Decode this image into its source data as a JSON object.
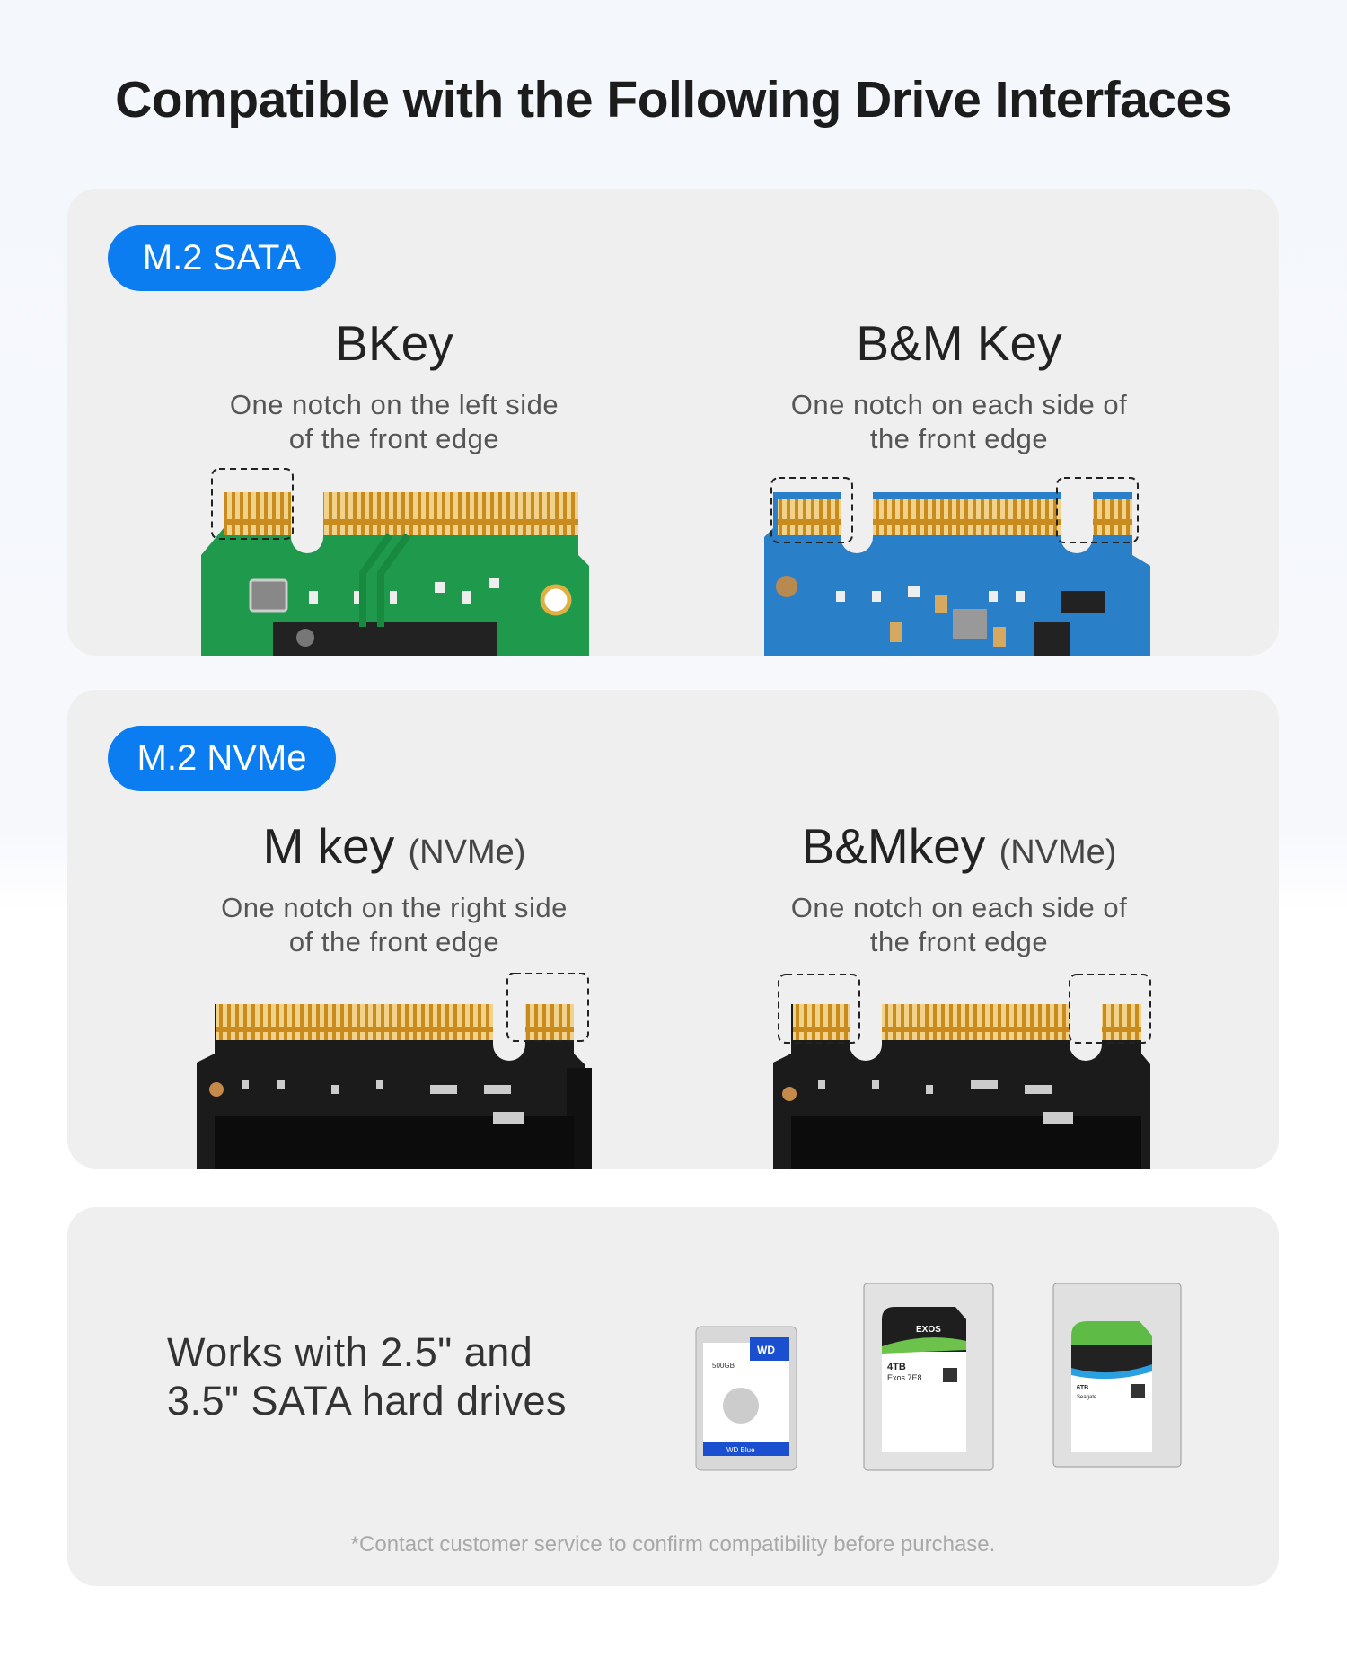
{
  "title": "Compatible with the Following Drive Interfaces",
  "sections": [
    {
      "badge": "M.2 SATA",
      "items": [
        {
          "heading": "BKey",
          "suffix": "",
          "desc1": "One notch on the left side",
          "desc2": "of the front edge"
        },
        {
          "heading": "B&M Key",
          "suffix": "",
          "desc1": "One notch on each side of",
          "desc2": "the front edge"
        }
      ]
    },
    {
      "badge": "M.2 NVMe",
      "items": [
        {
          "heading": "M key",
          "suffix": "(NVMe)",
          "desc1": "One notch on the right side",
          "desc2": "of the front edge"
        },
        {
          "heading": "B&Mkey",
          "suffix": "(NVMe)",
          "desc1": "One notch on each side of",
          "desc2": "the front edge"
        }
      ]
    }
  ],
  "hdd": {
    "line1": "Works with 2.5\" and",
    "line2": "3.5\" SATA hard drives",
    "footnote": "*Contact customer service to confirm compatibility before purchase.",
    "drives": [
      {
        "label": "WD Blue",
        "capacity": "500GB"
      },
      {
        "label": "Exos 7E8",
        "capacity": "4TB"
      },
      {
        "label": "Seagate",
        "capacity": "6TB"
      }
    ]
  },
  "colors": {
    "accent": "#0b7df0",
    "panel": "#efefef",
    "gold": "#d9a63a"
  }
}
